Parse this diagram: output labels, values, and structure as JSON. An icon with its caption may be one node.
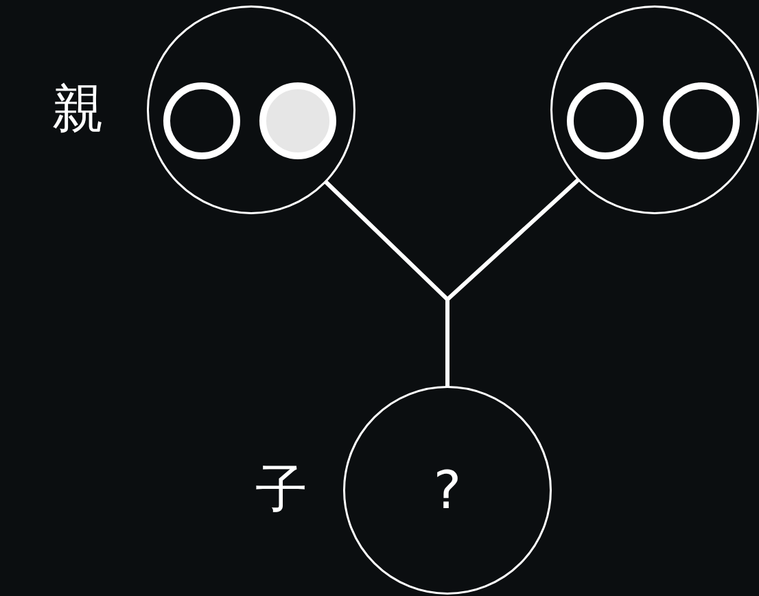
{
  "diagram": {
    "nodes": [
      {
        "text": [],
        "shape": "circle",
        "beside": [
          "親"
        ]
      },
      {
        "text": [],
        "shape": "circle",
        "in": 0
      },
      {
        "text": [],
        "shape": "circle",
        "in": 0
      },
      {
        "text": [],
        "shape": "circle"
      },
      {
        "text": [],
        "shape": "circle",
        "in": 3
      },
      {
        "text": [],
        "shape": "circle",
        "in": 3
      },
      {
        "text": [
          "?"
        ],
        "beside": [
          "子"
        ]
      }
    ],
    "edges": [
      {
        "from": 0,
        "to": 6,
        "arrow": "none"
      },
      {
        "from": 3,
        "to": 6,
        "arrow": "none"
      }
    ]
  }
}
